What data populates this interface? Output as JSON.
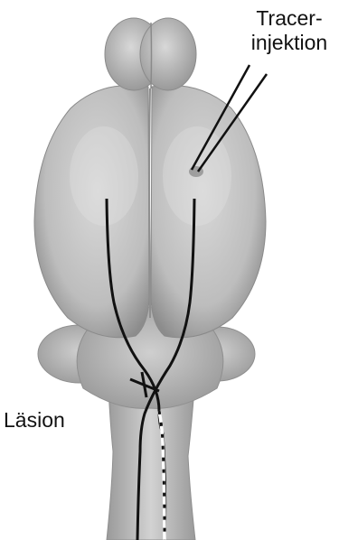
{
  "labels": {
    "tracer_line1": "Tracer-",
    "tracer_line2": "injektion",
    "lesion": "Läsion"
  },
  "colors": {
    "tissue_light": "#d6d6d6",
    "tissue_mid": "#b3b3b3",
    "tissue_dark": "#8a8a8a",
    "tract_line": "#111111"
  },
  "icons": {
    "injection": "needle-pair",
    "lesion": "x-cross-mark"
  }
}
